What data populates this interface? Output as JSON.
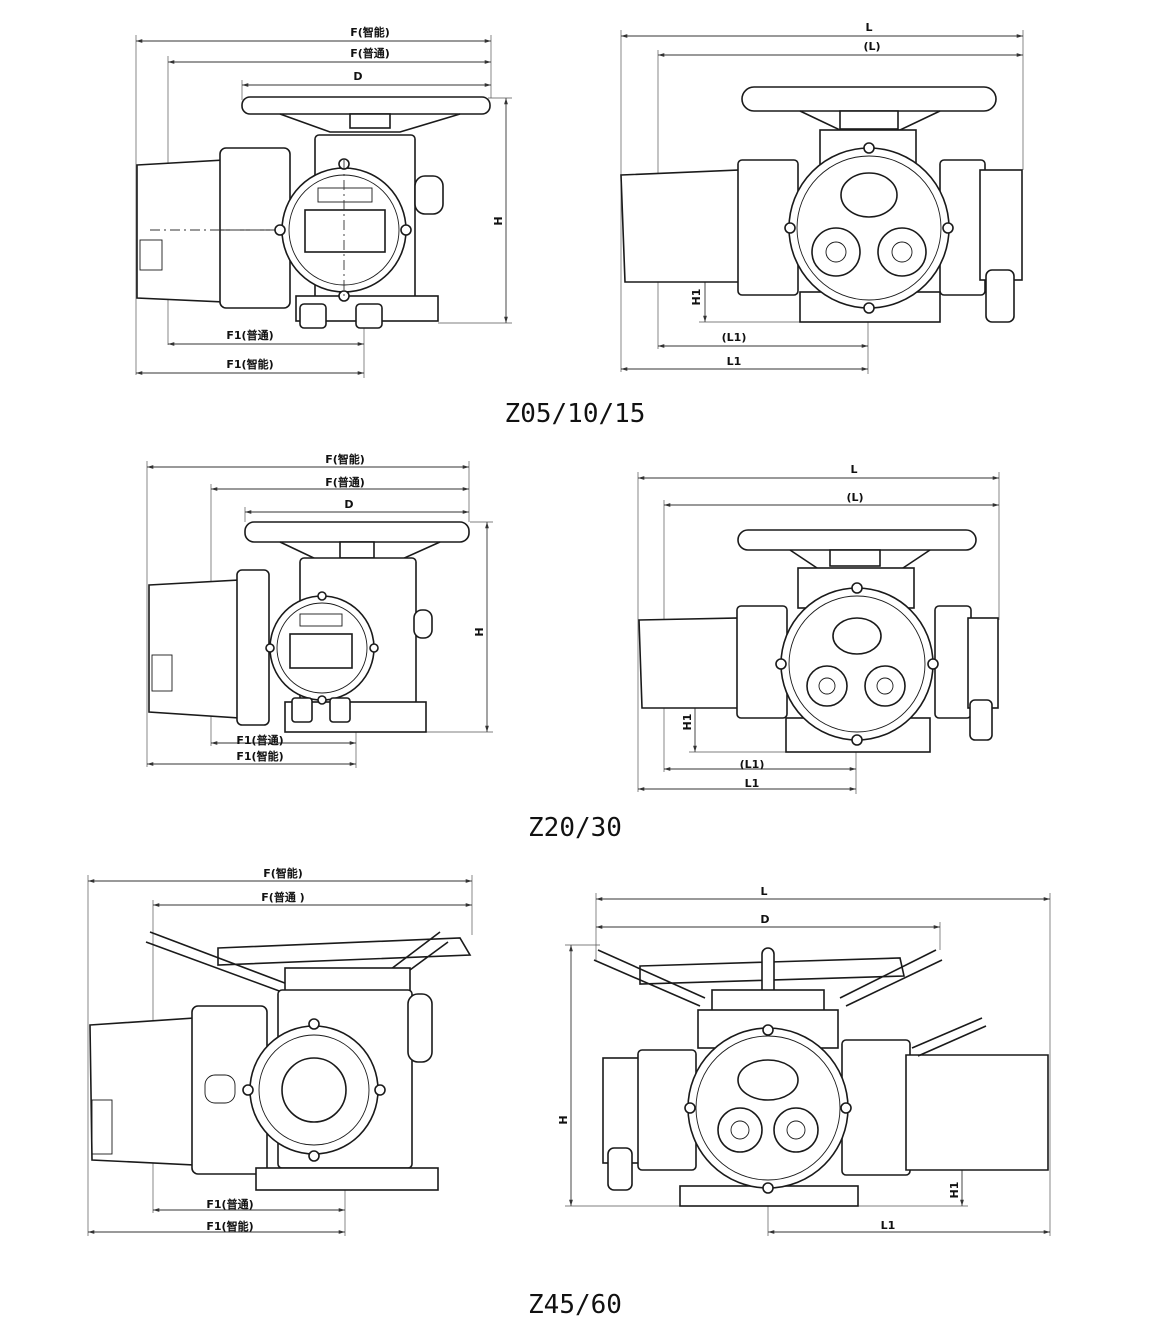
{
  "diagrams": {
    "z05": {
      "caption": "Z05/10/15",
      "side": {
        "f_smart": "F(智能)",
        "f_normal": "F(普通)",
        "d": "D",
        "h": "H",
        "f1_normal": "F1(普通)",
        "f1_smart": "F1(智能)"
      },
      "front": {
        "l": "L",
        "l_paren": "(L)",
        "h1": "H1",
        "l1_paren": "(L1)",
        "l1": "L1"
      }
    },
    "z20": {
      "caption": "Z20/30",
      "side": {
        "f_smart": "F(智能)",
        "f_normal": "F(普通)",
        "d": "D",
        "h": "H",
        "f1_normal": "F1(普通)",
        "f1_smart": "F1(智能)"
      },
      "front": {
        "l": "L",
        "l_paren": "(L)",
        "h1": "H1",
        "l1_paren": "(L1)",
        "l1": "L1"
      }
    },
    "z45": {
      "caption": "Z45/60",
      "side": {
        "f_smart": "F(智能)",
        "f_normal": "F(普通 )",
        "f1_normal": "F1(普通)",
        "f1_smart": "F1(智能)"
      },
      "front": {
        "l": "L",
        "d": "D",
        "h": "H",
        "h1": "H1",
        "l1": "L1"
      }
    }
  }
}
